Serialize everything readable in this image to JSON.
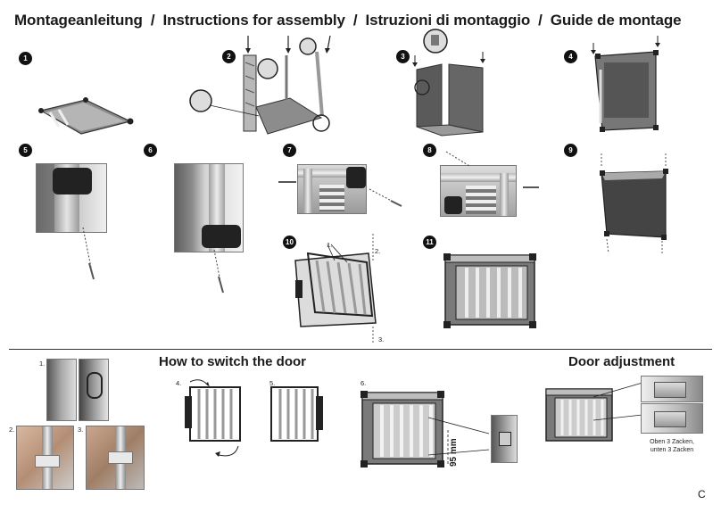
{
  "header": {
    "titles": [
      "Montageanleitung",
      "Instructions for assembly",
      "Istruzioni di montaggio",
      "Guide de montage"
    ],
    "separator": "/"
  },
  "steps": {
    "s1": "1",
    "s2": "2",
    "s3": "3",
    "s4": "4",
    "s5": "5",
    "s6": "6",
    "s7": "7",
    "s8": "8",
    "s9": "9",
    "s10": "10",
    "s11": "11"
  },
  "step10_callouts": {
    "a": "1.",
    "b": "2.",
    "c": "3."
  },
  "door_switch": {
    "title": "How to switch the door",
    "sub1": "1.",
    "sub2": "2.",
    "sub3": "3.",
    "sub4": "4.",
    "sub5": "5.",
    "sub6": "6."
  },
  "door_adjustment": {
    "title": "Door adjustment",
    "measure": "95 mm",
    "note_line1": "Oben 3 Zacken,",
    "note_line2": "unten 3 Zacken"
  },
  "page_letter": "C",
  "colors": {
    "frame": "#9a9a9a",
    "dark": "#2a2a2a",
    "mesh": "#555555",
    "text": "#1a1a1a"
  }
}
